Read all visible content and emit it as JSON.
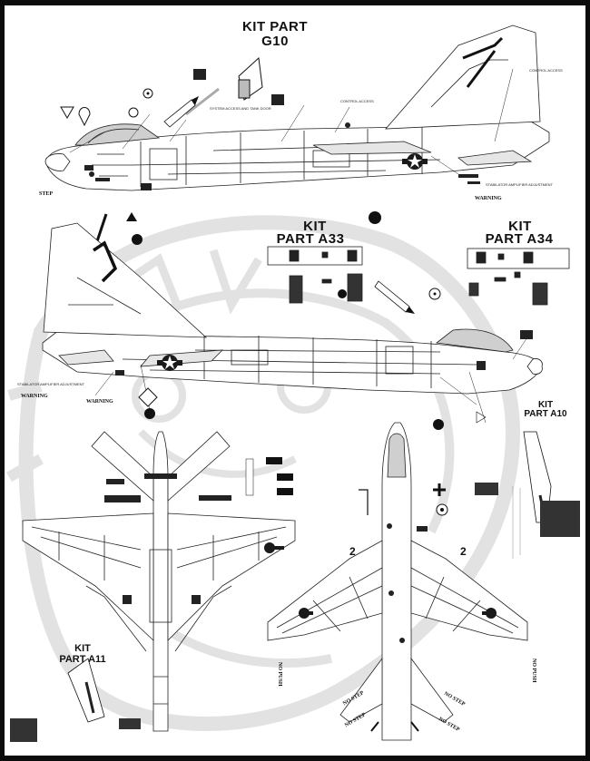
{
  "sheet": {
    "background": "#ffffff",
    "border": "#0c0c0c",
    "line_color": "#222222",
    "grey_fill": "#dcdcdc",
    "dark_fill": "#2a2a2a",
    "insignia_blue": "#1a1a1a",
    "watermark": "#e4e4e4"
  },
  "callouts": {
    "g10_line1": "KIT PART",
    "g10_line2": "G10",
    "a33_line1": "KIT",
    "a33_line2": "PART A33",
    "a34_line1": "KIT",
    "a34_line2": "PART A34",
    "a10_line1": "KIT",
    "a10_line2": "PART A10",
    "a11_line1": "KIT",
    "a11_line2": "PART A11"
  },
  "stencils": {
    "step_left": "STEP",
    "warning_1": "WARNING",
    "warning_2": "WARNING",
    "warning_3": "WARNING",
    "no_step_1": "NO STEP",
    "no_step_2": "NO STEP",
    "no_step_3": "NO STEP",
    "no_step_4": "NO STEP",
    "no_push_1": "NO PUSH",
    "no_push_2": "NO PUSH",
    "wing_num_1": "2",
    "wing_num_2": "2",
    "fine_1": "SYSTEM ACCESS AND TANK DOOR",
    "fine_2": "CONTROL ACCESS",
    "fine_3": "CONTROL ACCESS",
    "fine_4": "STABILATOR AMPLIFIER ADJUSTMENT",
    "fine_5": "STABILATOR AMPLIFIER ADJUSTMENT"
  },
  "icons": [
    "hook-warning-icon",
    "star-and-bar-insignia-icon",
    "rescue-arrow-icon",
    "ejection-triangle-icon",
    "bulldog-watermark-icon"
  ]
}
